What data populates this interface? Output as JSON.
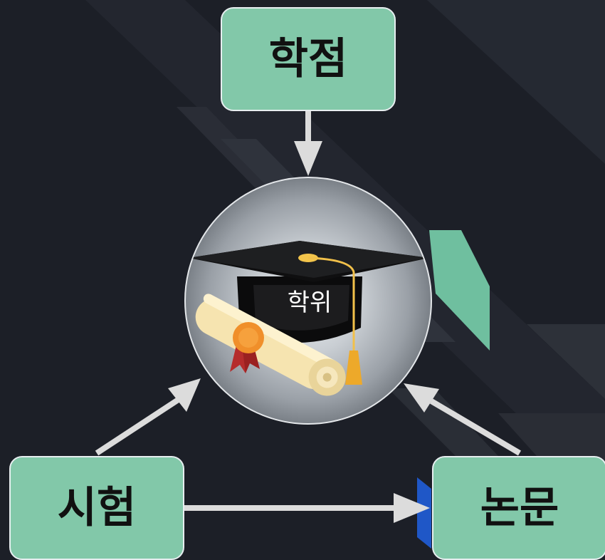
{
  "nodes": {
    "top": {
      "label": "학점"
    },
    "left": {
      "label": "시험"
    },
    "right": {
      "label": "논문"
    },
    "center": {
      "label": "학위",
      "icon": "graduation-cap-diploma-icon"
    }
  },
  "edges": [
    {
      "from": "학점",
      "to": "학위"
    },
    {
      "from": "시험",
      "to": "학위"
    },
    {
      "from": "논문",
      "to": "학위"
    },
    {
      "from": "시험",
      "to": "논문"
    }
  ],
  "colors": {
    "background": "#1c1f27",
    "node_fill": "#82c8a9",
    "node_border": "#e7eef0",
    "arrow": "#dcdcdc",
    "accent_blue": "#1f57c7"
  }
}
